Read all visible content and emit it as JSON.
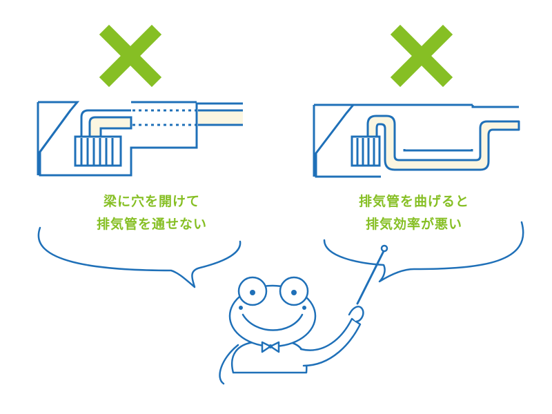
{
  "colors": {
    "line": "#1f70b8",
    "accent_green": "#86bf24",
    "pipe_fill": "#fbf6e1",
    "background": "#ffffff"
  },
  "panels": [
    {
      "verdict_icon": "cross-mark-icon",
      "caption_line1": "梁に穴を開けて",
      "caption_line2": "排気管を通せない"
    },
    {
      "verdict_icon": "cross-mark-icon",
      "caption_line1": "排気管を曲げると",
      "caption_line2": "排気効率が悪い"
    }
  ],
  "character": {
    "icon": "frog-teacher-with-pointer-icon"
  }
}
